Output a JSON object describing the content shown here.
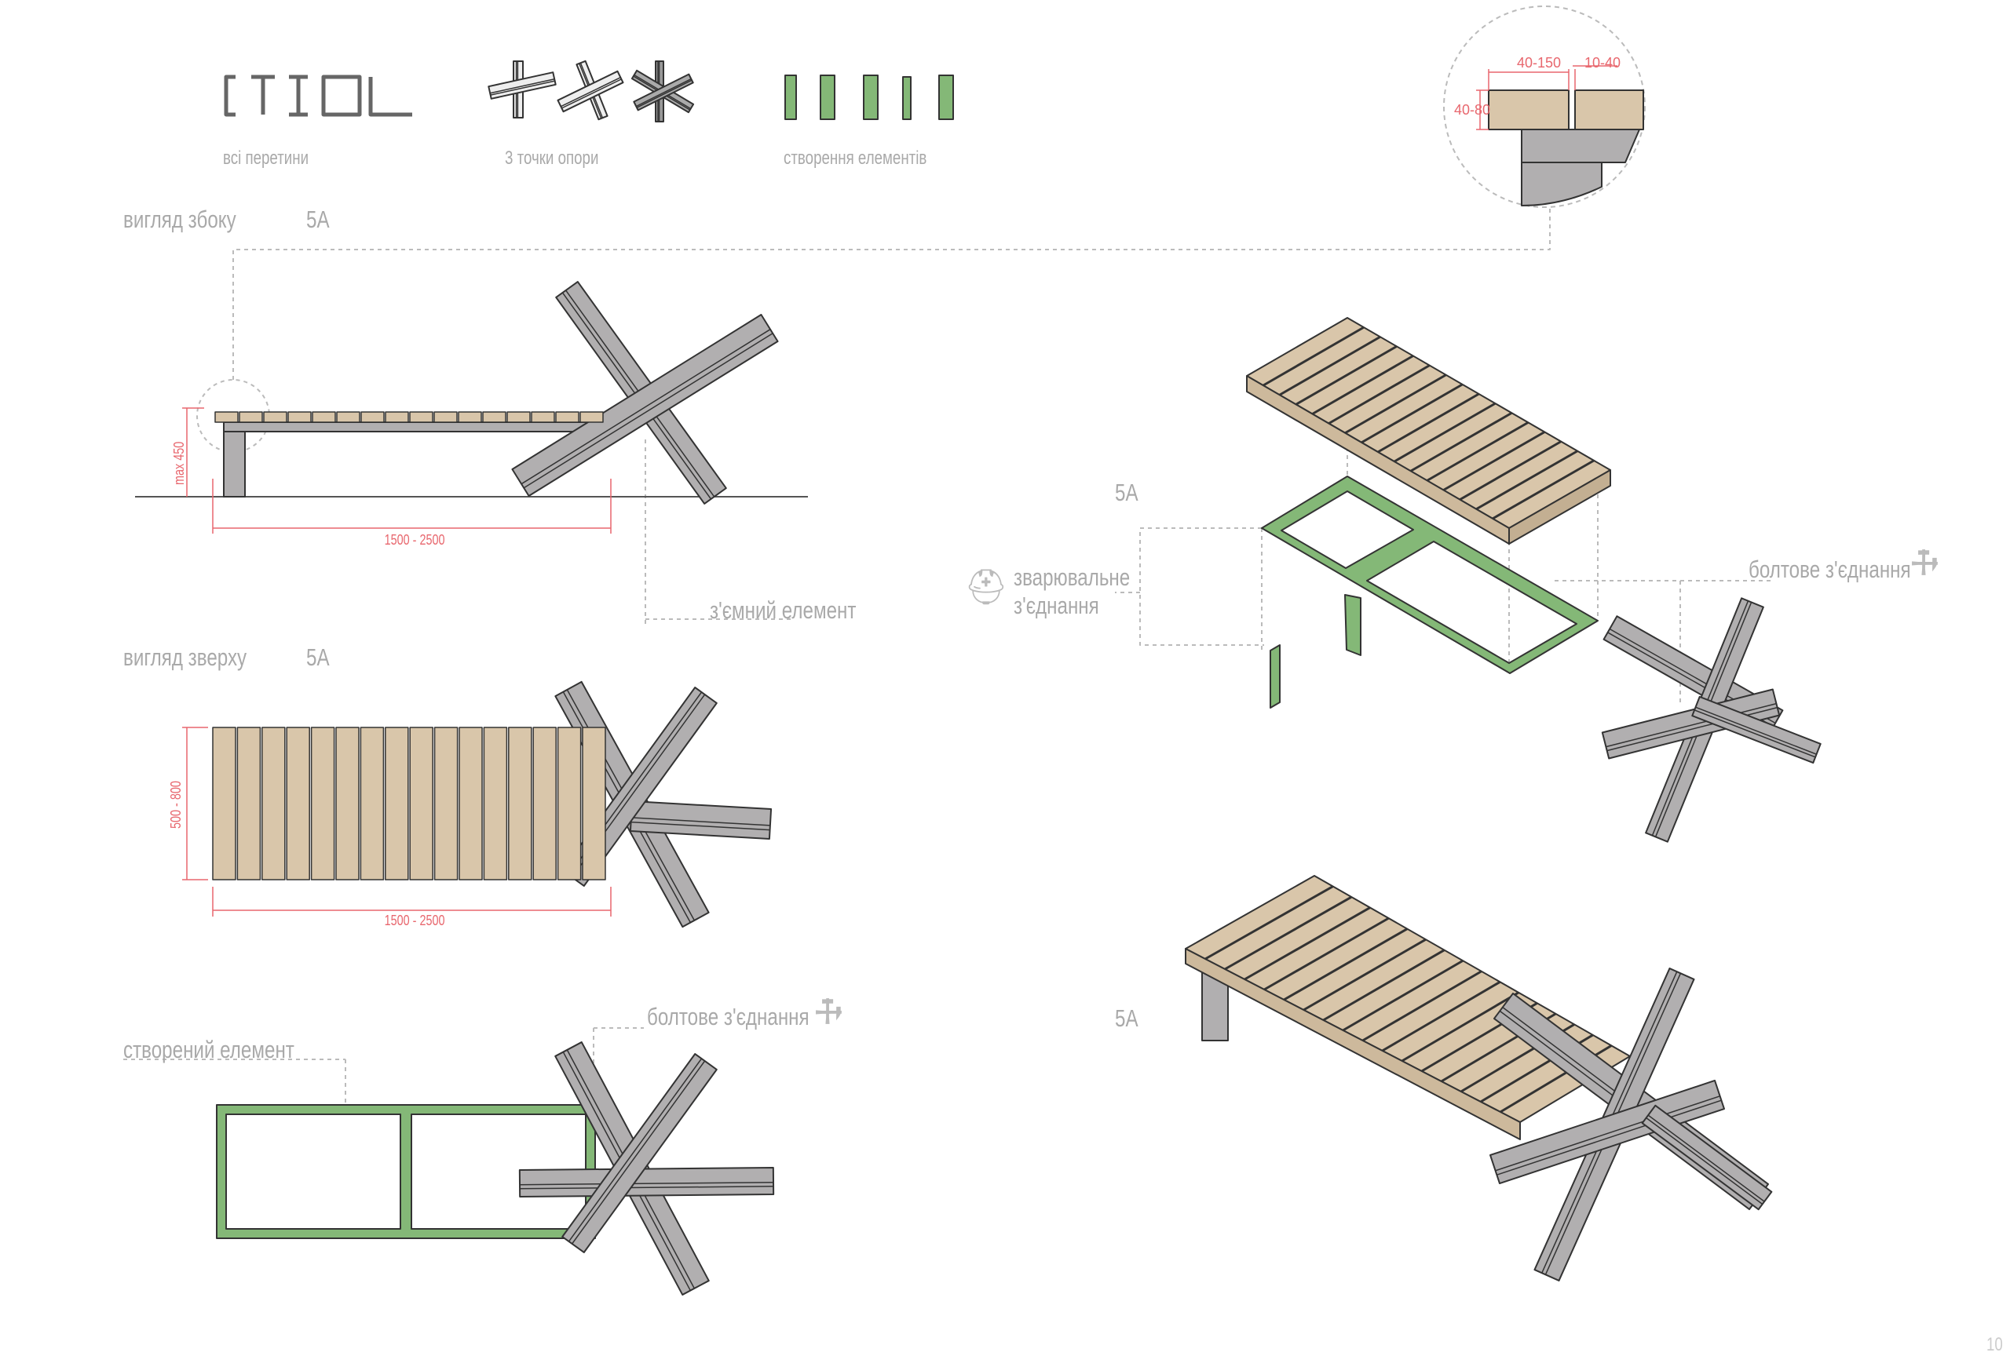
{
  "legend": {
    "logo_text": "CTIOL",
    "items": [
      {
        "label": "всі перетини",
        "icon": "letterform-logo"
      },
      {
        "label": "3 точки опори",
        "icon": "three-support-cross-icon"
      },
      {
        "label": "створення елементів",
        "icon": "green-profile-elements-icon"
      }
    ]
  },
  "detail": {
    "width": "40-150",
    "gap": "10-40",
    "height": "40-80"
  },
  "views": {
    "side": {
      "title": "вигляд збоку",
      "code": "5А",
      "height_dim": "max 450",
      "length_dim": "1500 - 2500"
    },
    "top": {
      "title": "вигляд зверху",
      "code": "5А",
      "width_dim": "500 - 800",
      "length_dim": "1500 - 2500"
    },
    "frame": {
      "title": "створений елемент",
      "bolt_label": "болтове з'єднання"
    },
    "removable_label": "з'ємний елемент"
  },
  "exploded": {
    "code": "5А",
    "weld_label_1": "зварювальне",
    "weld_label_2": "з'єднання",
    "bolt_label": "болтове з'єднання"
  },
  "assembled": {
    "code": "5А"
  },
  "page_number": "10",
  "colors": {
    "wood": "#d9c6aa",
    "steel": "#b1afb0",
    "green": "#84b877",
    "dimension": "#e8676e",
    "label": "#a9a9a9"
  }
}
